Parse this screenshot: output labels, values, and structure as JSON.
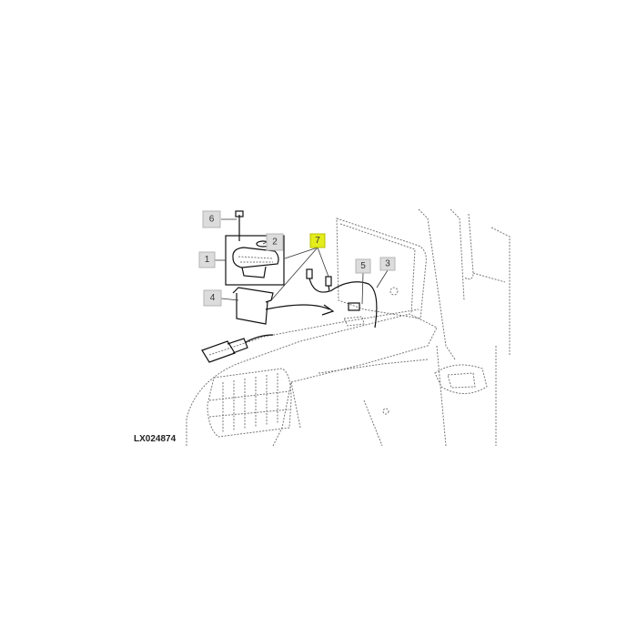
{
  "figure_id": "LX024874",
  "callouts": [
    {
      "num": "1",
      "highlighted": false
    },
    {
      "num": "2",
      "highlighted": false
    },
    {
      "num": "3",
      "highlighted": false
    },
    {
      "num": "4",
      "highlighted": false
    },
    {
      "num": "5",
      "highlighted": false
    },
    {
      "num": "6",
      "highlighted": false
    },
    {
      "num": "7",
      "highlighted": true
    }
  ],
  "colors": {
    "highlight": "#e4ec1c",
    "callout_fill": "#dcdcdc"
  }
}
